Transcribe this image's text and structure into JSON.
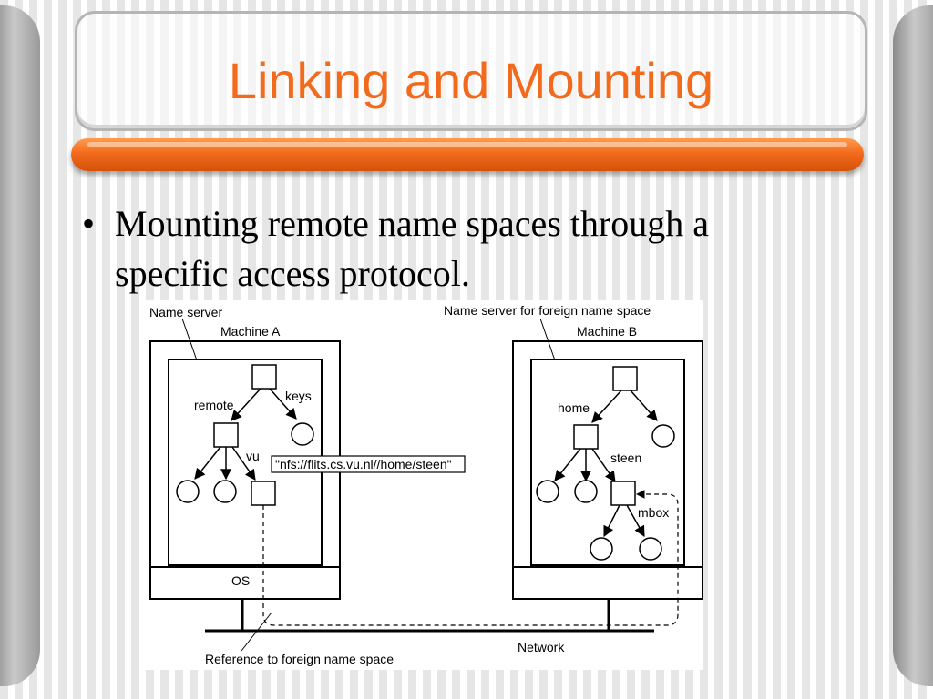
{
  "slide": {
    "title": "Linking and Mounting",
    "bullet": "Mounting remote name spaces through a specific access protocol."
  },
  "diagram": {
    "name_server_label": "Name server",
    "foreign_server_label": "Name server for foreign name space",
    "machine_a": "Machine A",
    "machine_b": "Machine B",
    "remote": "remote",
    "keys": "keys",
    "vu": "vu",
    "nfs_path": "\"nfs://flits.cs.vu.nl//home/steen\"",
    "home": "home",
    "steen": "steen",
    "mbox": "mbox",
    "os": "OS",
    "network": "Network",
    "reference": "Reference to foreign name space"
  },
  "colors": {
    "title": "#f26b1d",
    "accent_bar": "#f36b1c"
  }
}
